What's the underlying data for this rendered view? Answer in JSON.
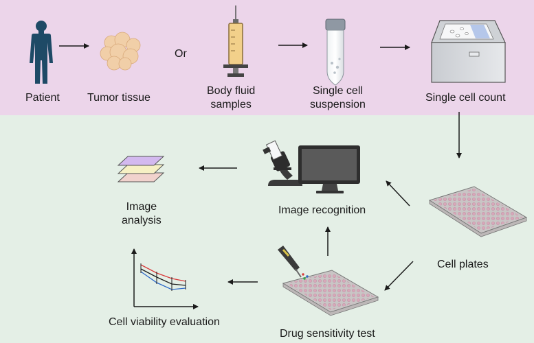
{
  "steps": {
    "patient": "Patient",
    "tumor_tissue": "Tumor tissue",
    "or": "Or",
    "body_fluid_line1": "Body fluid",
    "body_fluid_line2": "samples",
    "single_cell_line1": "Single cell",
    "single_cell_line2": "suspension",
    "single_cell_count": "Single cell count",
    "cell_plates": "Cell plates",
    "image_recognition": "Image recognition",
    "image_analysis_line1": "Image",
    "image_analysis_line2": "analysis",
    "drug_sensitivity_test": "Drug sensitivity test",
    "cell_viability_evaluation": "Cell viability evaluation"
  },
  "colors": {
    "top_band": "#ecd5ea",
    "bottom_band": "#e4efe6",
    "arrow": "#1a1a1a",
    "patient": "#1e4a66",
    "tissue": "#f1cfa8",
    "plate_well": "#d7a7b9",
    "plate_body": "#e9e6e6",
    "monitor_screen": "#3f3f3f",
    "layer_purple": "#d3b9ef",
    "layer_yellow": "#f6f0c4",
    "layer_pink": "#f1d2cd",
    "curve_red": "#d83a3a",
    "curve_blue": "#2b67c7"
  },
  "icons": [
    "patient-silhouette-icon",
    "tumor-tissue-icon",
    "syringe-icon",
    "centrifuge-tube-icon",
    "cell-counter-icon",
    "cell-plate-icon",
    "microscope-icon",
    "monitor-icon",
    "image-layers-icon",
    "pipette-icon",
    "viability-chart-icon"
  ]
}
